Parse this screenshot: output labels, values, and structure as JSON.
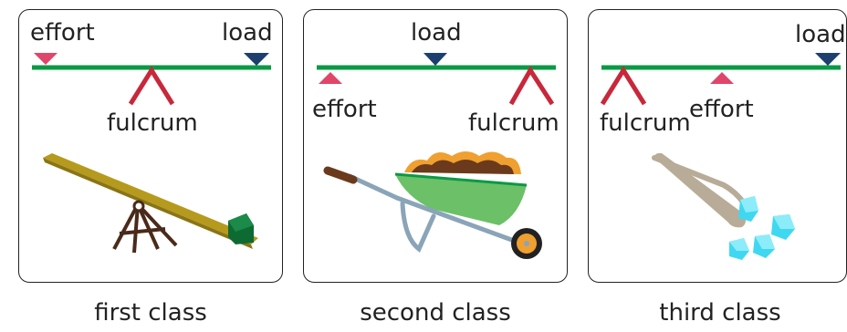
{
  "labels": {
    "effort": "effort",
    "load": "load",
    "fulcrum": "fulcrum"
  },
  "panels": [
    {
      "caption": "first class"
    },
    {
      "caption": "second class"
    },
    {
      "caption": "third class"
    }
  ],
  "colors": {
    "beam": "#0a9a45",
    "fulcrum": "#c8283a",
    "effort": "#e0456a",
    "load": "#1c3f6e",
    "seesaw_plank": "#b59a1e",
    "seesaw_stand": "#4a2a1a",
    "seesaw_box": "#0e6a33",
    "wheelbarrow_tray": "#6cc067",
    "wheelbarrow_load": "#6b3a1c",
    "wheelbarrow_load_edge": "#f0a030",
    "wheelbarrow_frame": "#8aa4b8",
    "wheel": "#f0a030",
    "tongs": "#b8ac98",
    "ice": "#3fd8f0"
  },
  "icons": [
    "seesaw-icon",
    "wheelbarrow-icon",
    "tongs-with-ice-icon"
  ]
}
